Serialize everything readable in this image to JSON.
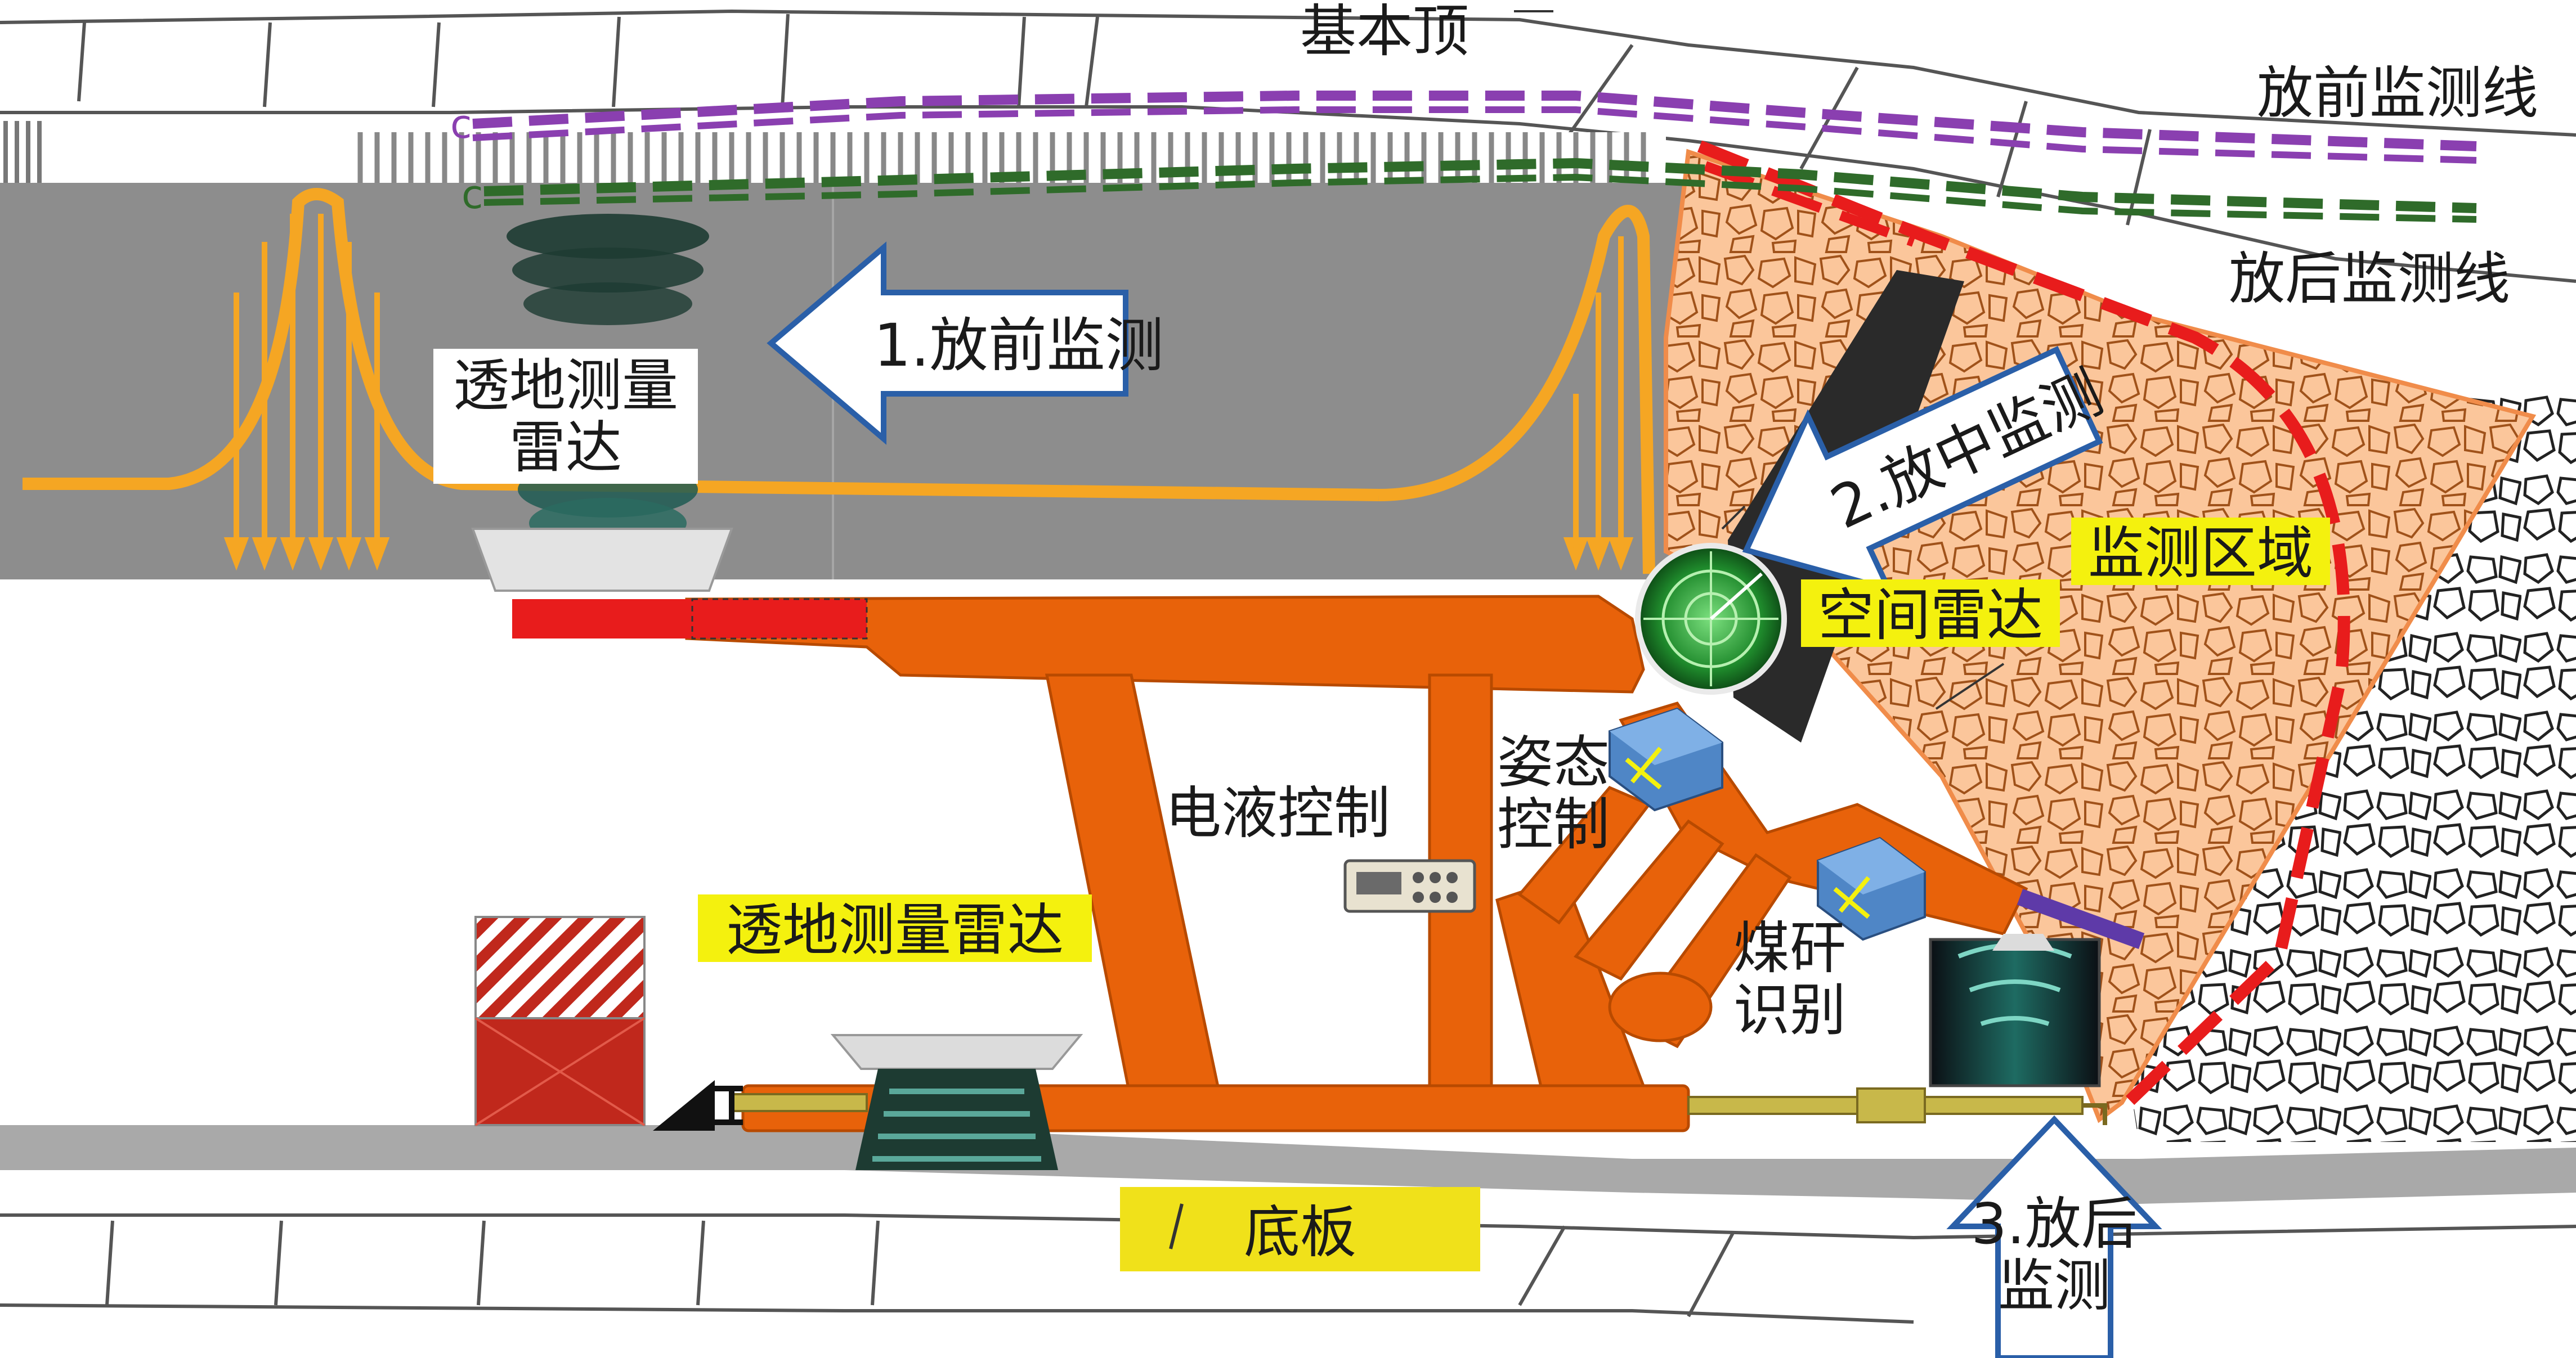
{
  "labels": {
    "basic_roof": "基本顶",
    "pre_monitor_line": "放前监测线",
    "post_monitor_line": "放后监测线",
    "gpr_top": [
      "透地测量",
      "雷达"
    ],
    "arrow_pre": "1.放前监测",
    "arrow_mid": "2.放中监测",
    "arrow_post": [
      "3.放后",
      "监测"
    ],
    "monitor_zone": "监测区域",
    "space_radar": "空间雷达",
    "ehc": "电液控制",
    "attitude": [
      "姿态",
      "控制"
    ],
    "gpr_bottom": "透地测量雷达",
    "coal_rock": [
      "煤矸",
      "识别"
    ],
    "floor": "底板"
  },
  "colors": {
    "support_orange": "#e8620a",
    "label_yellow": "#f4f10e",
    "arrow_border": "#2a5fa8",
    "pre_line": "#8a3fb0",
    "post_line": "#2f6b2a",
    "zone_red": "#e81c1c",
    "zone_fill": "#fbc69b",
    "coal_gray": "#8a8a8a",
    "radar_green": "#2fa83a"
  }
}
